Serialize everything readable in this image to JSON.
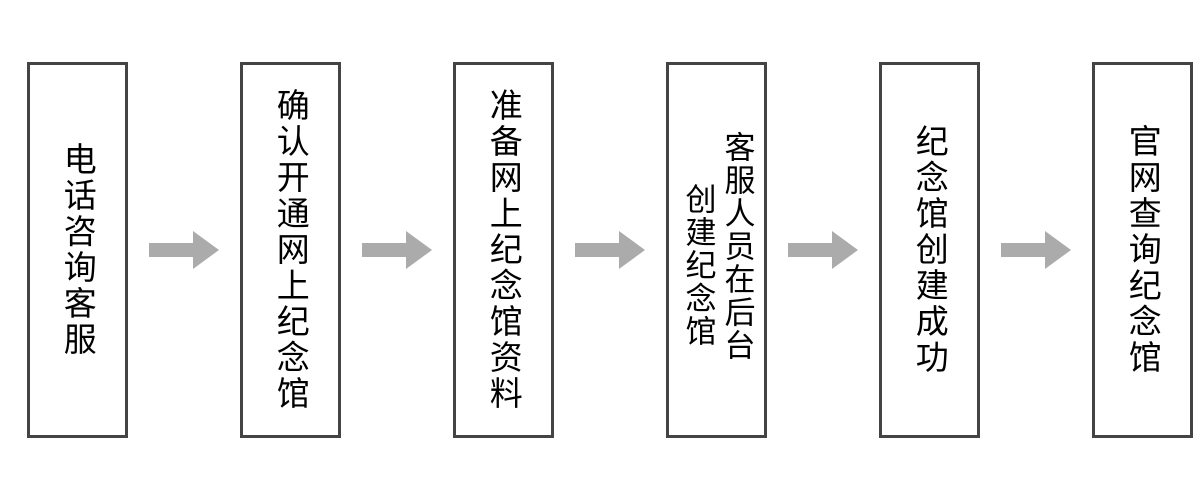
{
  "diagram": {
    "type": "linear-process-flowchart",
    "orientation": "left-to-right",
    "text_direction": "vertical-right-to-left",
    "background_color": "#ffffff",
    "box_border_color": "#444444",
    "box_fill_color": "#ffffff",
    "arrow_color": "#ababab",
    "text_color": "#000000",
    "nodes": [
      {
        "id": "node-1",
        "index": 1,
        "columns": [
          "电话咨询客服"
        ],
        "label": "电话咨询客服"
      },
      {
        "id": "node-2",
        "index": 2,
        "columns": [
          "确认开通网上纪念馆"
        ],
        "label": "确认开通网上纪念馆"
      },
      {
        "id": "node-3",
        "index": 3,
        "columns": [
          "准备网上纪念馆资料"
        ],
        "label": "准备网上纪念馆资料"
      },
      {
        "id": "node-4",
        "index": 4,
        "columns": [
          "客服人员在后台",
          "创建纪念馆"
        ],
        "label": "客服人员在后台创建纪念馆"
      },
      {
        "id": "node-5",
        "index": 5,
        "columns": [
          "纪念馆创建成功"
        ],
        "label": "纪念馆创建成功"
      },
      {
        "id": "node-6",
        "index": 6,
        "columns": [
          "官网查询纪念馆"
        ],
        "label": "官网查询纪念馆"
      }
    ],
    "connectors": [
      {
        "id": "arrow-1",
        "from": "node-1",
        "to": "node-2",
        "glyph": "right-arrow"
      },
      {
        "id": "arrow-2",
        "from": "node-2",
        "to": "node-3",
        "glyph": "right-arrow"
      },
      {
        "id": "arrow-3",
        "from": "node-3",
        "to": "node-4",
        "glyph": "right-arrow"
      },
      {
        "id": "arrow-4",
        "from": "node-4",
        "to": "node-5",
        "glyph": "right-arrow"
      },
      {
        "id": "arrow-5",
        "from": "node-5",
        "to": "node-6",
        "glyph": "right-arrow"
      }
    ]
  }
}
